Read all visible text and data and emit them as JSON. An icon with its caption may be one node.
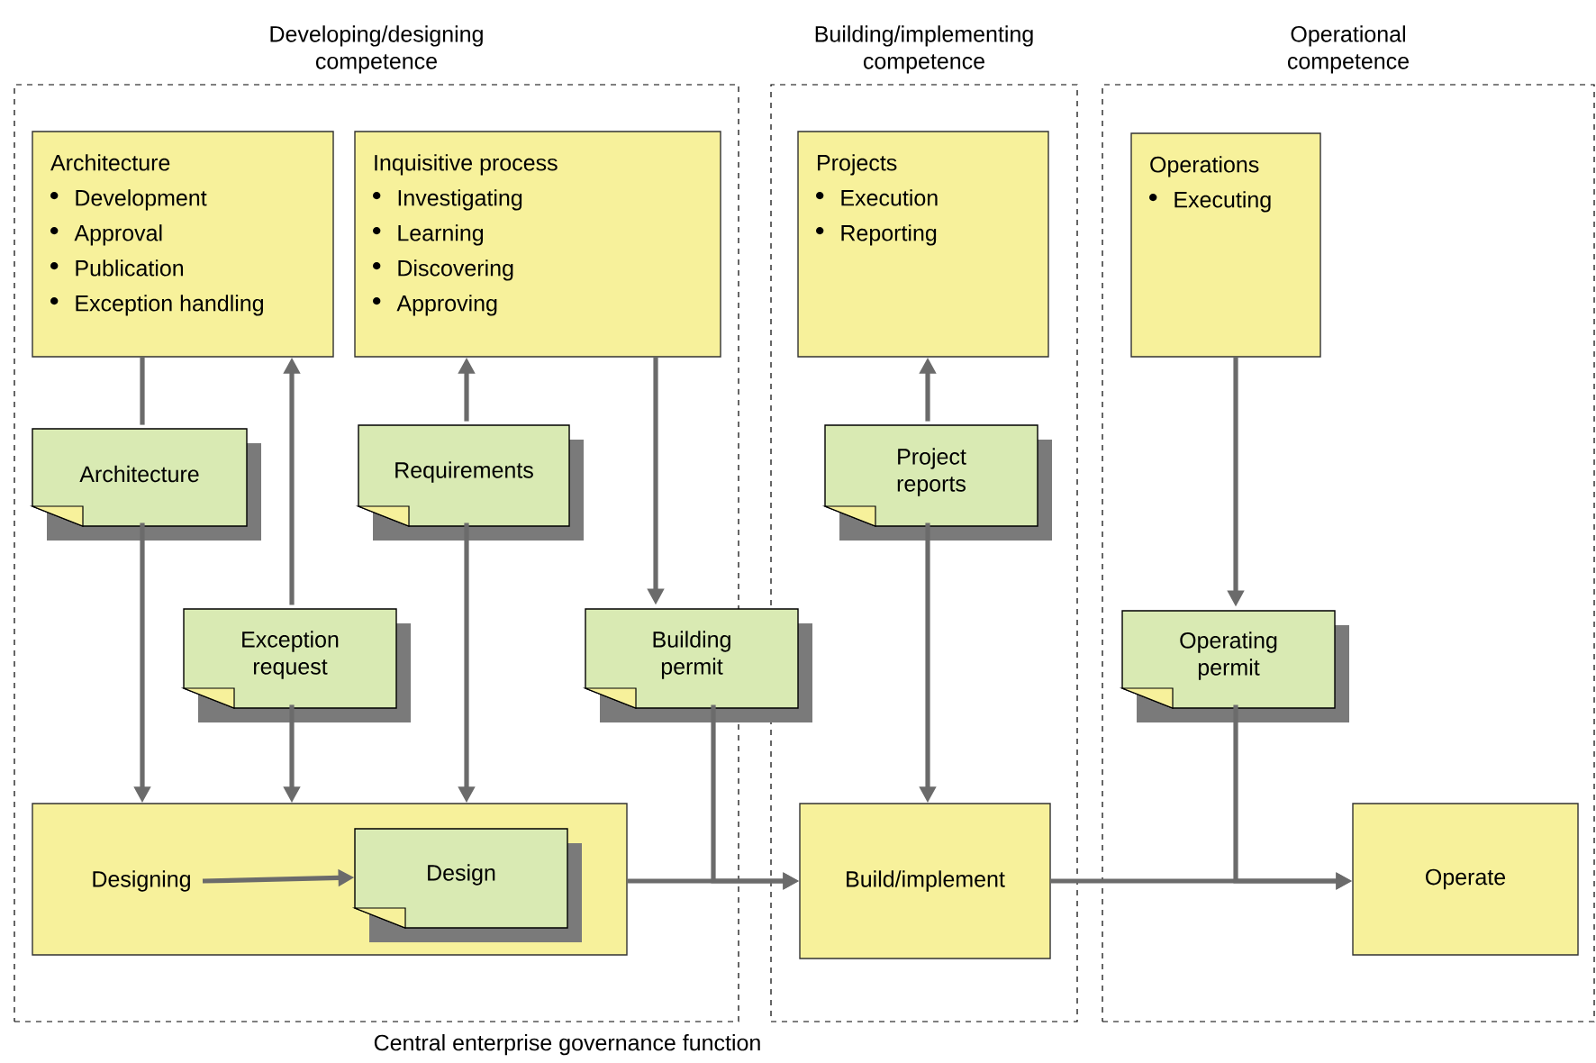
{
  "diagram": {
    "nodes": [
      {
        "text": [
          "Developing/designing competence"
        ]
      },
      {
        "text": [
          "Building/implementing competence"
        ]
      },
      {
        "text": [
          "Operational competence"
        ]
      },
      {
        "text": [
          "Architecture",
          "Development",
          "Approval",
          "Publication",
          "Exception handling"
        ],
        "in": 0
      },
      {
        "text": [
          "Inquisitive process",
          "Investigating",
          "Learning",
          "Discovering",
          "Approving"
        ],
        "in": 0
      },
      {
        "text": [
          "Architecture"
        ],
        "in": 0
      },
      {
        "text": [
          "Requirements"
        ],
        "in": 0
      },
      {
        "text": [
          "Exception request"
        ],
        "in": 0
      },
      {
        "text": [
          "Building permit"
        ]
      },
      {
        "text": [],
        "shape": "box",
        "in": 0
      },
      {
        "text": [
          "Designing"
        ],
        "in": 9
      },
      {
        "text": [
          "Design"
        ],
        "in": 9
      },
      {
        "text": [
          "Projects",
          "Execution",
          "Reporting"
        ],
        "in": 1
      },
      {
        "text": [
          "Project reports"
        ],
        "in": 1
      },
      {
        "text": [
          "Build/implement"
        ],
        "in": 1
      },
      {
        "text": [
          "Operations",
          "Executing"
        ],
        "in": 2
      },
      {
        "text": [
          "Operating permit"
        ],
        "in": 2
      },
      {
        "text": [
          "Operate"
        ],
        "in": 2
      }
    ],
    "edges": [
      {
        "from": 3,
        "to": 5,
        "arrow": "none"
      },
      {
        "from": 5,
        "to": 9,
        "arrow": "to"
      },
      {
        "from": 7,
        "to": 3,
        "arrow": "to"
      },
      {
        "from": 7,
        "to": 9,
        "arrow": "to"
      },
      {
        "from": 6,
        "to": 4,
        "arrow": "to"
      },
      {
        "from": 6,
        "to": 9,
        "arrow": "to"
      },
      {
        "from": 4,
        "to": 8,
        "arrow": "to"
      },
      {
        "from": 10,
        "to": 11,
        "arrow": "to"
      },
      {
        "from": 9,
        "to": 14,
        "arrow": "to"
      },
      {
        "from": 8,
        "to": 14,
        "arrow": "to"
      },
      {
        "from": 13,
        "to": 12,
        "arrow": "to"
      },
      {
        "from": 13,
        "to": 14,
        "arrow": "to"
      },
      {
        "from": 15,
        "to": 16,
        "arrow": "to"
      },
      {
        "from": 14,
        "to": 17,
        "arrow": "to"
      },
      {
        "from": 16,
        "to": 17,
        "arrow": "to"
      }
    ],
    "labels": [
      "Central enterprise governance function"
    ]
  }
}
